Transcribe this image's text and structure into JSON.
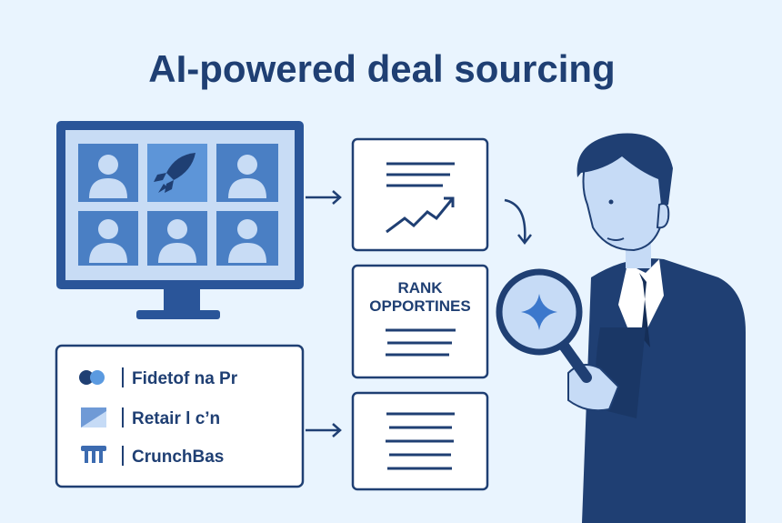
{
  "title": "AI-powered deal sourcing",
  "rank_card": {
    "line1": "RANK",
    "line2": "OPPORTINES"
  },
  "sources": [
    {
      "icon": "two-circles-icon",
      "label": "Fidetof na Pr"
    },
    {
      "icon": "folder-chart-icon",
      "label": "Retair l c’n"
    },
    {
      "icon": "pillar-icon",
      "label": "CrunchBas"
    }
  ],
  "colors": {
    "navy": "#1f3f73",
    "blue": "#2c5aa0",
    "light": "#c6dbf6",
    "bg": "#e9f4fe"
  }
}
